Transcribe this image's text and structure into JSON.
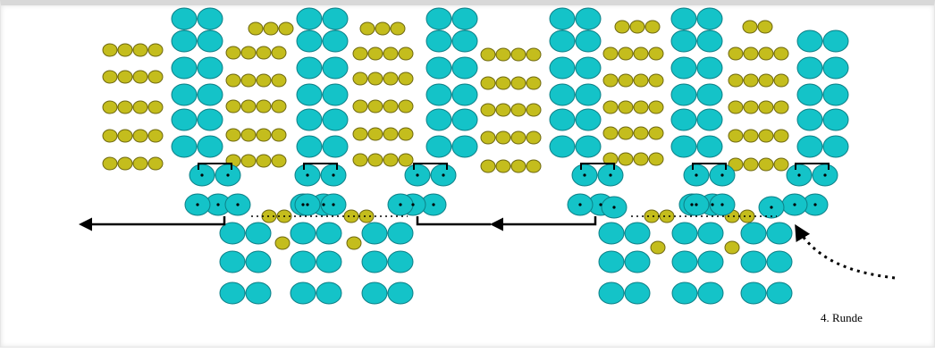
{
  "caption": {
    "round_label": "4. Runde"
  },
  "colors": {
    "large_bead": "#14c3c8",
    "large_bead_stroke": "#0d7f86",
    "small_bead": "#c4bd1d",
    "small_bead_stroke": "#6e6810",
    "thread": "#000000"
  },
  "shapes": {
    "large_bead": "turquoise-bead",
    "small_bead": "olive-seed-bead",
    "arrow": "direction-arrow",
    "dotted_arrow": "start-arrow"
  }
}
